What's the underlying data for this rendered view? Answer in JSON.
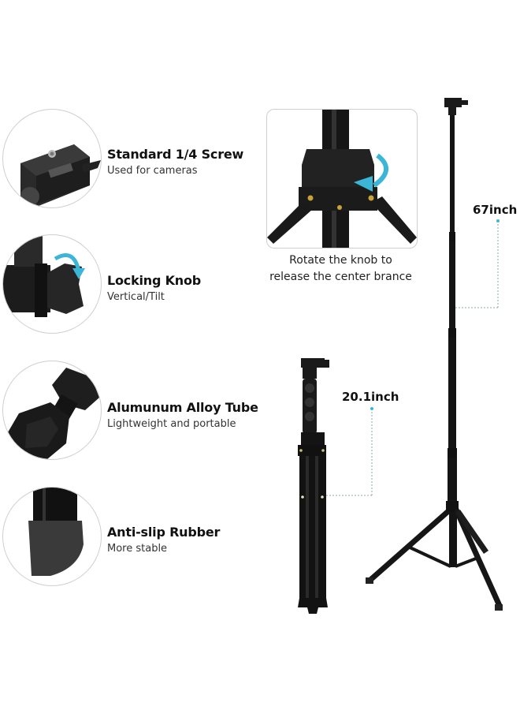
{
  "features": [
    {
      "title": "Standard 1/4 Screw",
      "subtitle": "Used for cameras",
      "icon": "camera-mount-icon"
    },
    {
      "title": "Locking Knob",
      "subtitle": "Vertical/Tilt",
      "icon": "locking-knob-icon"
    },
    {
      "title": "Alumunum Alloy Tube",
      "subtitle": "Lightweight and portable",
      "icon": "tube-clamp-icon"
    },
    {
      "title": "Anti-slip Rubber",
      "subtitle": "More stable",
      "icon": "rubber-foot-icon"
    }
  ],
  "detail": {
    "caption_line1": "Rotate the knob to",
    "caption_line2": "release the center brance"
  },
  "dimensions": {
    "extended": "67inch",
    "folded": "20.1inch"
  },
  "colors": {
    "accent_arrow": "#3bb6d6",
    "dimension_line": "#8fa8a8",
    "tripod_black": "#141414"
  }
}
